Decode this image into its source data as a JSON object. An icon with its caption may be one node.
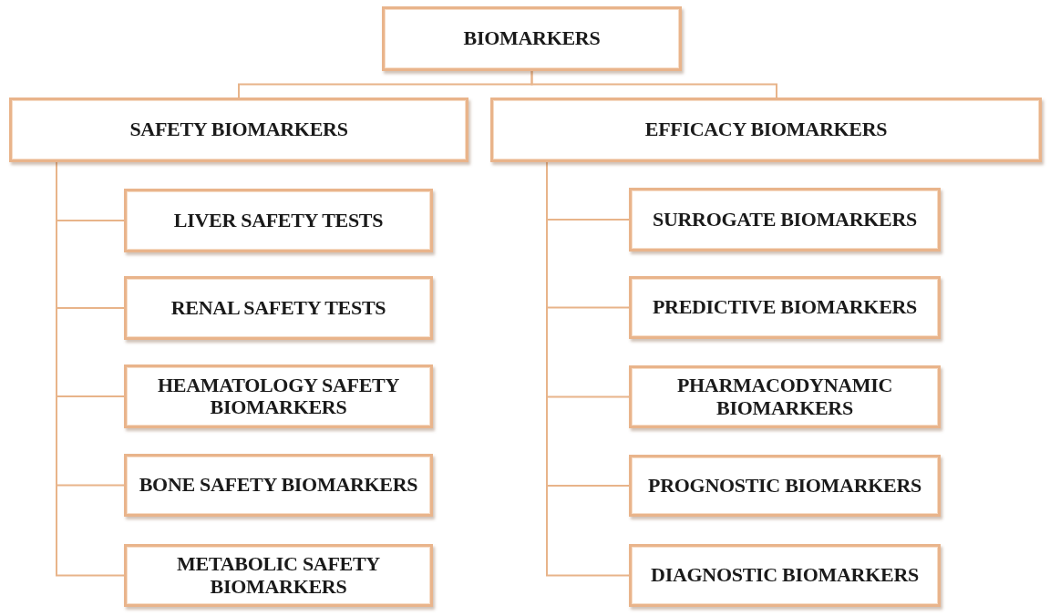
{
  "diagram": {
    "nodes": [
      {
        "text": [
          "BIOMARKERS"
        ]
      },
      {
        "text": [
          "SAFETY BIOMARKERS"
        ]
      },
      {
        "text": [
          "EFFICACY BIOMARKERS"
        ]
      },
      {
        "text": [
          "LIVER SAFETY TESTS"
        ]
      },
      {
        "text": [
          "RENAL SAFETY TESTS"
        ]
      },
      {
        "text": [
          "HEAMATOLOGY SAFETY BIOMARKERS"
        ]
      },
      {
        "text": [
          "BONE SAFETY BIOMARKERS"
        ]
      },
      {
        "text": [
          "METABOLIC SAFETY BIOMARKERS"
        ]
      },
      {
        "text": [
          "SURROGATE BIOMARKERS"
        ]
      },
      {
        "text": [
          "PREDICTIVE BIOMARKERS"
        ]
      },
      {
        "text": [
          "PHARMACODYNAMIC BIOMARKERS"
        ]
      },
      {
        "text": [
          "PROGNOSTIC BIOMARKERS"
        ]
      },
      {
        "text": [
          "DIAGNOSTIC BIOMARKERS"
        ]
      }
    ],
    "edges": [
      {
        "from": 0,
        "to": 1,
        "arrow": "none"
      },
      {
        "from": 0,
        "to": 2,
        "arrow": "none"
      },
      {
        "from": 1,
        "to": 3,
        "arrow": "none"
      },
      {
        "from": 1,
        "to": 4,
        "arrow": "none"
      },
      {
        "from": 1,
        "to": 5,
        "arrow": "none"
      },
      {
        "from": 1,
        "to": 6,
        "arrow": "none"
      },
      {
        "from": 1,
        "to": 7,
        "arrow": "none"
      },
      {
        "from": 2,
        "to": 8,
        "arrow": "none"
      },
      {
        "from": 2,
        "to": 9,
        "arrow": "none"
      },
      {
        "from": 2,
        "to": 10,
        "arrow": "none"
      },
      {
        "from": 2,
        "to": 11,
        "arrow": "none"
      },
      {
        "from": 2,
        "to": 12,
        "arrow": "none"
      }
    ]
  }
}
